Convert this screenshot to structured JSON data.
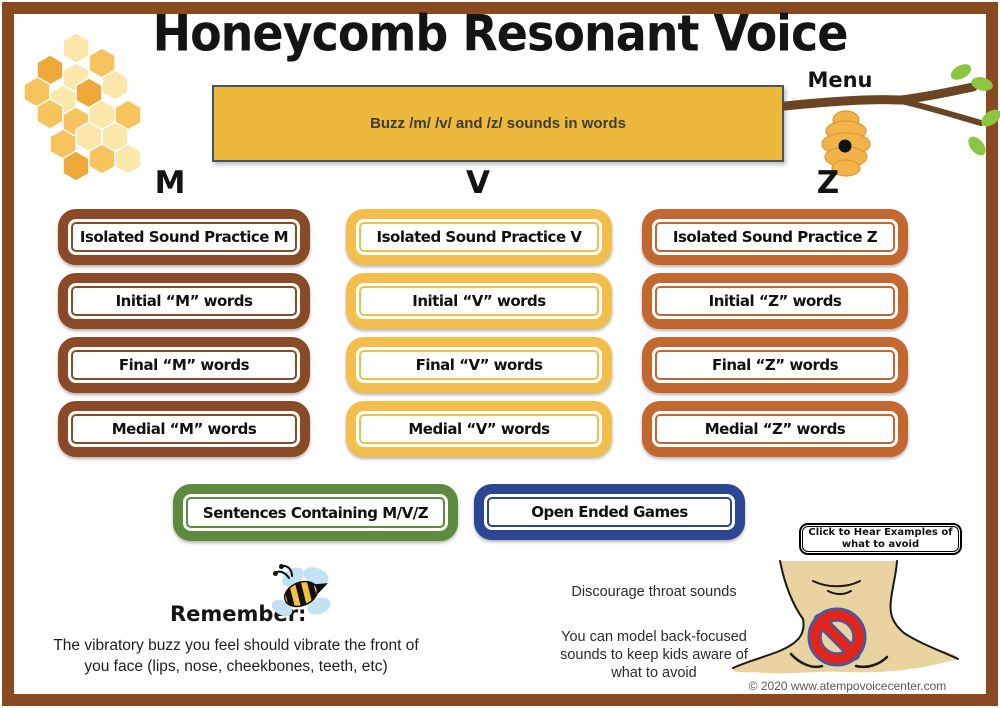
{
  "title": "Honeycomb Resonant Voice",
  "menu_label": "Menu",
  "banner": {
    "text": "Buzz /m/ /v/ and /z/ sounds in words",
    "bg": "#EDB93C",
    "border": "#44546A"
  },
  "columns": [
    {
      "letter": "M",
      "accent": "#8A4A28",
      "buttons": [
        "Isolated Sound Practice M",
        "Initial “M” words",
        "Final “M” words",
        "Medial “M” words"
      ]
    },
    {
      "letter": "V",
      "accent": "#F2BF4D",
      "buttons": [
        "Isolated Sound Practice V",
        "Initial “V” words",
        "Final “V” words",
        "Medial “V” words"
      ]
    },
    {
      "letter": "Z",
      "accent": "#C2672F",
      "buttons": [
        "Isolated Sound Practice Z",
        "Initial “Z” words",
        "Final “Z” words",
        "Medial “Z” words"
      ]
    }
  ],
  "extra_buttons": [
    {
      "label": "Sentences Containing M/V/Z",
      "accent": "#5E8A3D"
    },
    {
      "label": "Open Ended Games",
      "accent": "#2C4693"
    }
  ],
  "avoid_button": {
    "label": "Click to Hear Examples of what to avoid"
  },
  "remember": {
    "heading": "Remember:",
    "body": "The vibratory buzz you feel should vibrate the front of you face (lips, nose, cheekbones, teeth, etc)"
  },
  "discourage": {
    "line1": "Discourage throat sounds",
    "line2": "You can model back-focused sounds to keep kids aware of what to avoid"
  },
  "copyright": "© 2020 www.atempovoicecenter.com",
  "frame_color": "#8A4A21",
  "icons": {
    "honeycomb": "honeycomb-cluster",
    "beehive_branch": "beehive-hanging-from-branch",
    "bee": "bumblebee",
    "no_throat": "neck-with-prohibition-sign"
  }
}
